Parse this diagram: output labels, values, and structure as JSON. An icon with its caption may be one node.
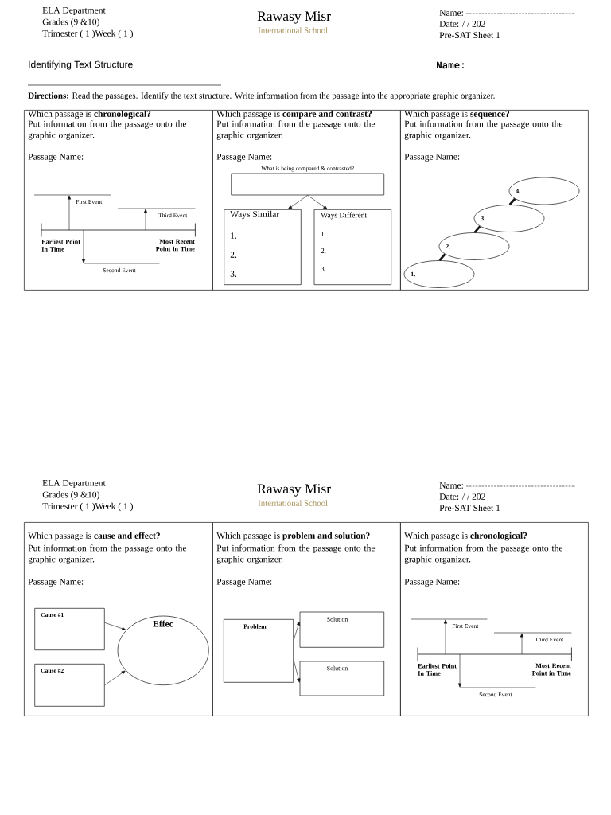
{
  "diagram": {
    "title": "Identifying Text Structure",
    "nodes": [
      {
        "text": [
          "Which passage is **chronological?**",
          "Put information from the passage onto the graphic organizer.",
          "Passage Name:"
        ]
      },
      {
        "text": [
          "First Event"
        ],
        "in": 0
      },
      {
        "text": [
          "Third Event"
        ],
        "in": 0
      },
      {
        "text": [],
        "shape": "line",
        "in": 0,
        "beside": [
          "Earliest Point In Time",
          "Most Recent Point in Time"
        ]
      },
      {
        "text": [
          "Second Event"
        ],
        "in": 0
      },
      {
        "text": [
          "Which passage is **compare and contrast?**",
          "Put information from the passage onto the graphic organizer.",
          "Passage Name:"
        ]
      },
      {
        "text": [
          "What is being compared & contrasted?"
        ],
        "in": 5
      },
      {
        "text": [
          "Ways Similar",
          "1.",
          "2.",
          "3."
        ],
        "in": 5
      },
      {
        "text": [
          "Ways Different",
          "1.",
          "2.",
          "3."
        ],
        "in": 5
      },
      {
        "text": [
          "Which passage is **sequence?**",
          "Put information from the passage onto the graphic organizer.",
          "Passage Name:"
        ]
      },
      {
        "text": [
          "4."
        ],
        "in": 9
      },
      {
        "text": [
          "3."
        ],
        "in": 9
      },
      {
        "text": [
          "2."
        ],
        "in": 9
      },
      {
        "text": [
          "1."
        ],
        "in": 9
      },
      {
        "text": [
          "Which passage is **cause and effect?**",
          "Put information from the passage onto the graphic organizer.",
          "Passage Name:"
        ]
      },
      {
        "text": [
          "Cause #1"
        ],
        "in": 14
      },
      {
        "text": [
          "Effec"
        ],
        "in": 14
      },
      {
        "text": [
          "Cause #2"
        ],
        "in": 14
      },
      {
        "text": [
          "Which passage is **problem and solution?**",
          "Put information from the passage onto the graphic organizer.",
          "Passage Name:"
        ]
      },
      {
        "text": [
          "Problem"
        ],
        "in": 18
      },
      {
        "text": [
          "Solution"
        ],
        "in": 18
      },
      {
        "text": [
          "Solution"
        ],
        "in": 18
      },
      {
        "text": [
          "Which passage is **chronological?**",
          "Put information from the passage onto the graphic organizer.",
          "Passage Name:"
        ]
      },
      {
        "text": [
          "First Event"
        ],
        "in": 22
      },
      {
        "text": [
          "Third Event"
        ],
        "in": 22
      },
      {
        "text": [],
        "shape": "line",
        "in": 22,
        "beside": [
          "Earliest Point In Time",
          "Most Recent Point in Time"
        ]
      },
      {
        "text": [
          "Second Event"
        ],
        "in": 22
      }
    ],
    "edges": [
      {
        "from": 3,
        "to": 1,
        "arrow": "to"
      },
      {
        "from": 3,
        "to": 2,
        "arrow": "to"
      },
      {
        "from": 3,
        "to": 4,
        "arrow": "to"
      },
      {
        "from": 6,
        "to": 7,
        "arrow": "to"
      },
      {
        "from": 6,
        "to": 8,
        "arrow": "to"
      },
      {
        "from": 13,
        "to": 12,
        "arrow": "none",
        "style": "thick"
      },
      {
        "from": 12,
        "to": 11,
        "arrow": "none",
        "style": "thick"
      },
      {
        "from": 11,
        "to": 10,
        "arrow": "none",
        "style": "thick"
      },
      {
        "from": 15,
        "to": 16,
        "arrow": "to"
      },
      {
        "from": 17,
        "to": 16,
        "arrow": "to"
      },
      {
        "from": 19,
        "to": 20,
        "arrow": "to"
      },
      {
        "from": 19,
        "to": 21,
        "arrow": "to"
      },
      {
        "from": 25,
        "to": 23,
        "arrow": "to"
      },
      {
        "from": 25,
        "to": 24,
        "arrow": "to"
      },
      {
        "from": 25,
        "to": 26,
        "arrow": "to"
      }
    ],
    "labels": [
      "ELA Department",
      "Grades (9 &10)",
      "Trimester ( 1 )Week ( 1 )",
      "Rawasy Misr",
      "International School",
      "Name:",
      "Date: / / 202",
      "Pre-SAT Sheet 1",
      "Name:",
      "**Directions:** Read the passages. Identify the text structure. Write information from the passage into the appropriate graphic organizer.",
      "ELA Department",
      "Grades (9 &10)",
      "Trimester ( 1 )Week ( 1 )",
      "Rawasy Misr",
      "International School",
      "Name:",
      "Date: / / 202",
      "Pre-SAT Sheet 1"
    ]
  }
}
